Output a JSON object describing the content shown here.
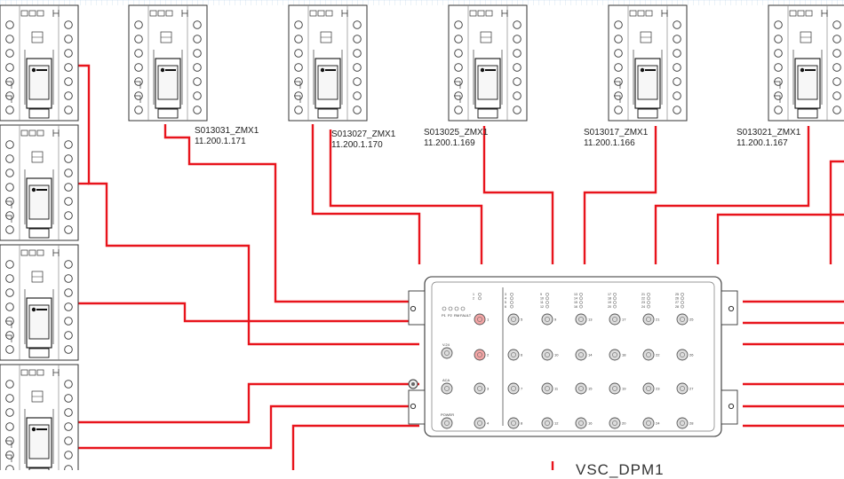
{
  "devices": [
    {
      "name": "S013031_ZMX1",
      "ip": "11.200.1.171"
    },
    {
      "name": "S013027_ZMX1",
      "ip": "11.200.1.170"
    },
    {
      "name": "S013025_ZMX1",
      "ip": "11.200.1.169"
    },
    {
      "name": "S013017_ZMX1",
      "ip": "11.200.1.166"
    },
    {
      "name": "S013021_ZMX1",
      "ip": "11.200.1.167"
    }
  ],
  "switch": {
    "title": "VSC_DPM1",
    "left_labels": [
      "P1",
      "P2",
      "RM",
      "FAULT"
    ],
    "v24_label": "V.24",
    "aca_label": "ACA",
    "power_label": "POWER",
    "port_numbers": [
      "1",
      "2",
      "3",
      "4",
      "5",
      "6",
      "7",
      "8",
      "9",
      "10",
      "11",
      "12",
      "13",
      "14",
      "15",
      "16",
      "17",
      "18",
      "19",
      "20",
      "21",
      "22",
      "23",
      "24",
      "25",
      "26",
      "27",
      "28"
    ],
    "led_group_labels": [
      [
        "1",
        "2"
      ],
      [
        "3",
        "4",
        "5",
        "6"
      ],
      [
        "9",
        "10",
        "11",
        "12"
      ],
      [
        "13",
        "14",
        "15",
        "16"
      ],
      [
        "17",
        "18",
        "19",
        "20"
      ],
      [
        "21",
        "22",
        "23",
        "24"
      ],
      [
        "25",
        "26",
        "27",
        "28"
      ]
    ]
  },
  "colors": {
    "cable": "#e8141c",
    "outline": "#333333",
    "highlight_port": "#f4a6a6",
    "grid": "#bcd6ea"
  }
}
